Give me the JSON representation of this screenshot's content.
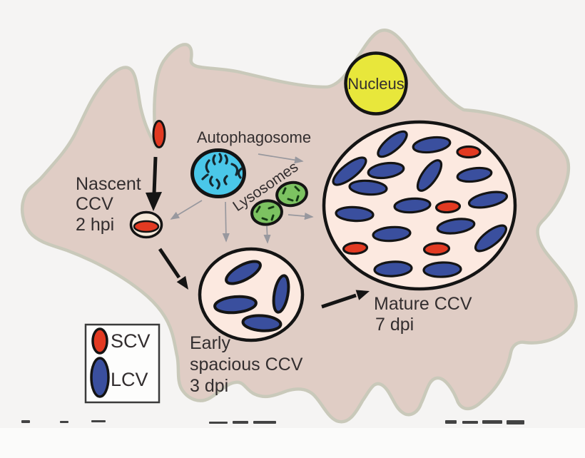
{
  "labels": {
    "nucleus": "Nucleus",
    "autophagosome": "Autophagosome",
    "lysosomes": "Lysosomes",
    "nascent_line1": "Nascent",
    "nascent_line2": "CCV",
    "nascent_line3": "2 hpi",
    "early_line1": "Early",
    "early_line2": "spacious CCV",
    "early_line3": "3 dpi",
    "mature_line1": "Mature CCV",
    "mature_line2": "7 dpi"
  },
  "legend": {
    "scv": "SCV",
    "lcv": "LCV"
  },
  "bacteria_counts": {
    "nascent_ccv_scv": 1,
    "early_ccv_lcv": 4,
    "mature_ccv_lcv": 15,
    "mature_ccv_scv": 4
  },
  "colors": {
    "scv_red": "#e23a22",
    "lcv_blue": "#3a4f9e",
    "cell_fill": "#e0cdc5",
    "cell_outline": "#c9c9ba",
    "ccv_fill": "#fce9e0",
    "nascent_fill": "#f6e9da",
    "nucleus_yellow": "#e8e73b",
    "autophagosome_cyan": "#4ac7e9",
    "lysosome_green": "#7cc261",
    "squiggle_dark": "#16272e",
    "lysosome_mark": "#143a14",
    "gray_arrow": "#98989e",
    "label_text": "#332e2f"
  }
}
